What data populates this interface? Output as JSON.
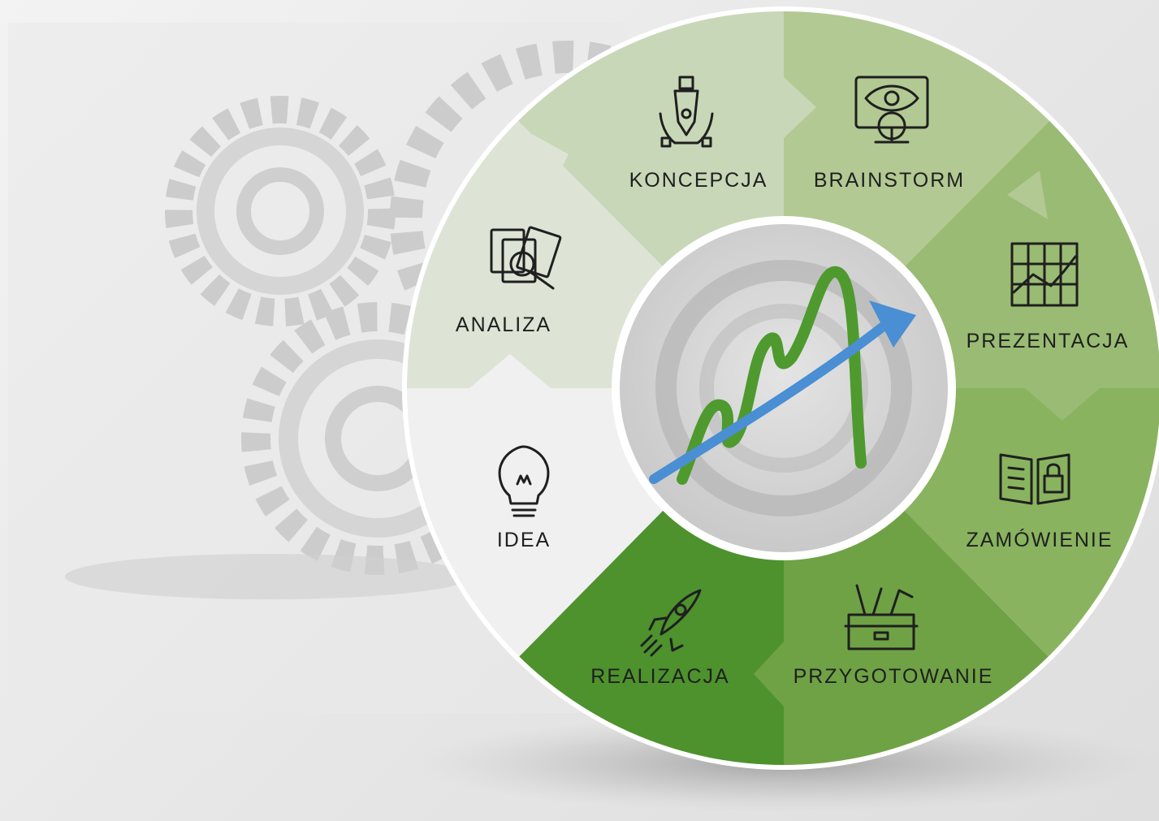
{
  "diagram": {
    "center_logo": "growth-arrow-logo",
    "colors": {
      "idea": "#f0f0f0",
      "analiza": "#dde4d6",
      "koncepcja": "#c8d7b7",
      "brainstorm": "#b2c993",
      "prezentacja": "#99bb73",
      "zamowienie": "#89b35f",
      "przygotowanie": "#6fa245",
      "realizacja": "#4d922d",
      "logo_green": "#4e9a2f",
      "logo_blue": "#4a8ed3"
    },
    "segments": [
      {
        "id": "idea",
        "label": "IDEA",
        "icon": "lightbulb-icon"
      },
      {
        "id": "analiza",
        "label": "ANALIZA",
        "icon": "documents-magnifier-icon"
      },
      {
        "id": "koncepcja",
        "label": "KONCEPCJA",
        "icon": "pen-nib-icon"
      },
      {
        "id": "brainstorm",
        "label": "BRAINSTORM",
        "icon": "monitor-eye-gear-icon"
      },
      {
        "id": "prezentacja",
        "label": "PREZENTACJA",
        "icon": "line-chart-icon"
      },
      {
        "id": "zamowienie",
        "label": "ZAMÓWIENIE",
        "icon": "book-padlock-icon"
      },
      {
        "id": "przygotowanie",
        "label": "PRZYGOTOWANIE",
        "icon": "toolbox-icon"
      },
      {
        "id": "realizacja",
        "label": "REALIZACJA",
        "icon": "rocket-icon"
      }
    ]
  }
}
